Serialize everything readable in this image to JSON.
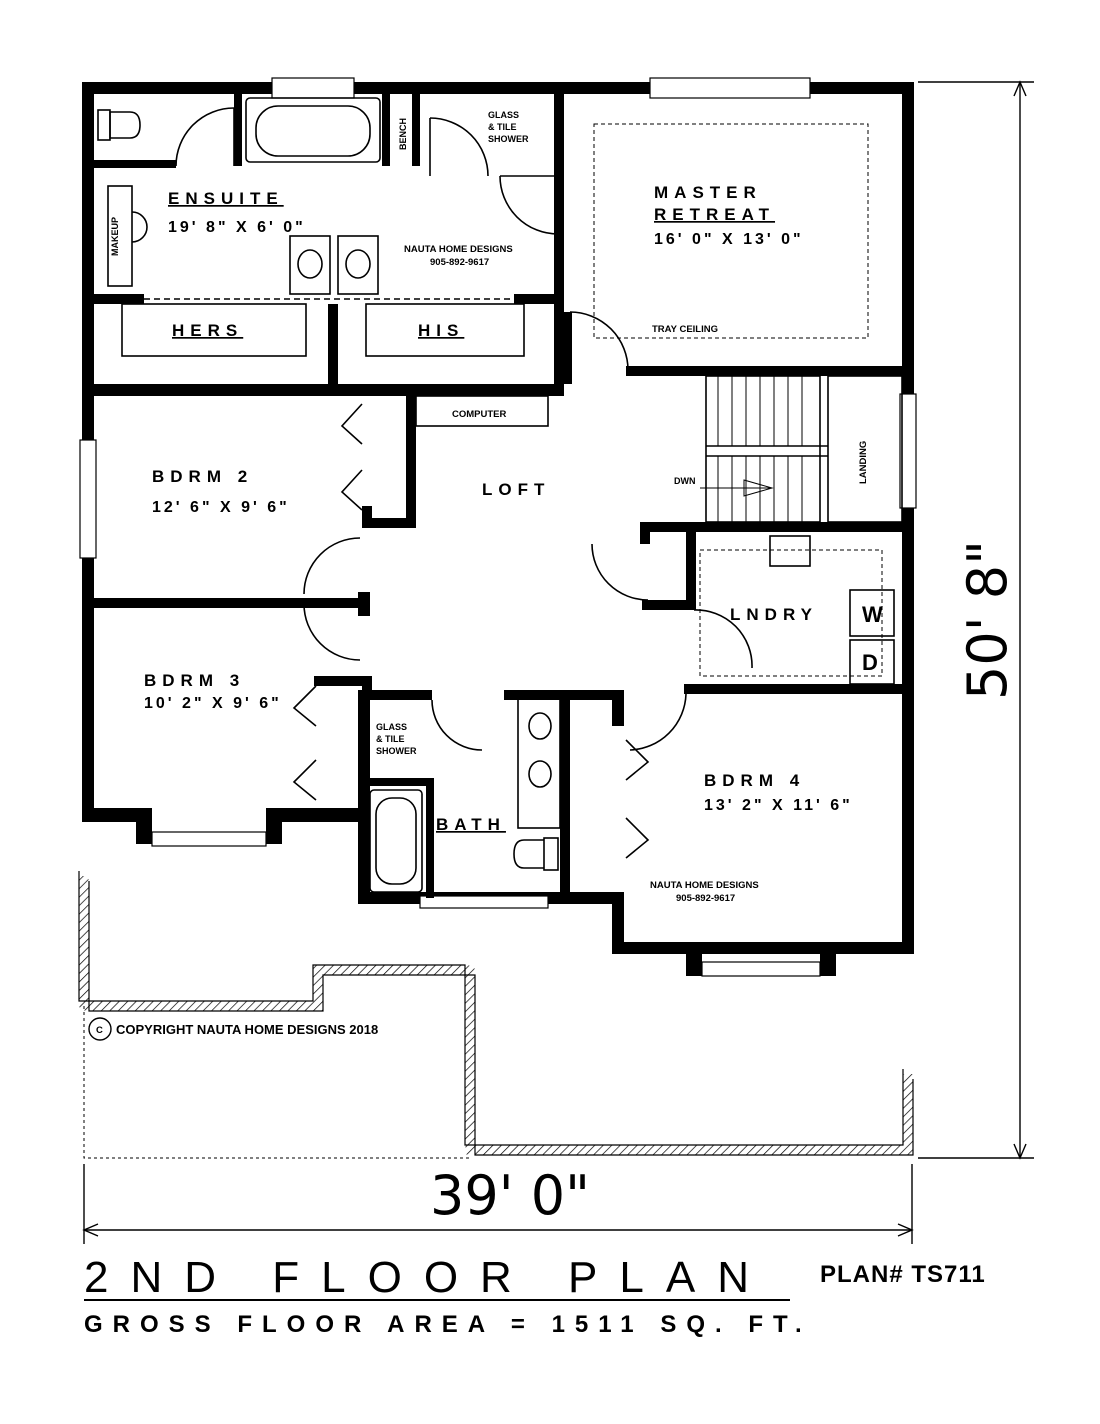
{
  "rooms": {
    "ensuite": {
      "name": "ENSUITE",
      "dims": "19' 8\" X 6' 0\""
    },
    "master": {
      "name1": "MASTER",
      "name2": "RETREAT",
      "dims": "16' 0\" X 13' 0\""
    },
    "hers": {
      "name": "HERS"
    },
    "his": {
      "name": "HIS"
    },
    "bdrm2": {
      "name": "BDRM 2",
      "dims": "12' 6\" X 9' 6\""
    },
    "bdrm3": {
      "name": "BDRM 3",
      "dims": "10' 2\" X 9' 6\""
    },
    "bdrm4": {
      "name": "BDRM 4",
      "dims": "13' 2\" X 11' 6\""
    },
    "loft": {
      "name": "LOFT"
    },
    "lndry": {
      "name": "LNDRY"
    },
    "bath": {
      "name": "BATH"
    }
  },
  "labels": {
    "makeup": "MAKEUP",
    "bench": "BENCH",
    "glass1": "GLASS",
    "glass2": "& TILE",
    "glass3": "SHOWER",
    "tray_ceiling": "TRAY CEILING",
    "computer": "COMPUTER",
    "dwn": "DWN",
    "landing": "LANDING",
    "washer": "W",
    "dryer": "D",
    "designer": "NAUTA HOME DESIGNS",
    "phone": "905-892-9617",
    "copyright_symbol": "C",
    "copyright": "COPYRIGHT NAUTA HOME DESIGNS 2018"
  },
  "dimensions": {
    "width": "39' 0\"",
    "depth": "50' 8\""
  },
  "footer": {
    "title": "2ND FLOOR PLAN",
    "plan_number": "PLAN# TS711",
    "gross_area": "GROSS FLOOR AREA = 1511 SQ. FT."
  },
  "colors": {
    "ink": "#000000",
    "paper": "#ffffff"
  }
}
